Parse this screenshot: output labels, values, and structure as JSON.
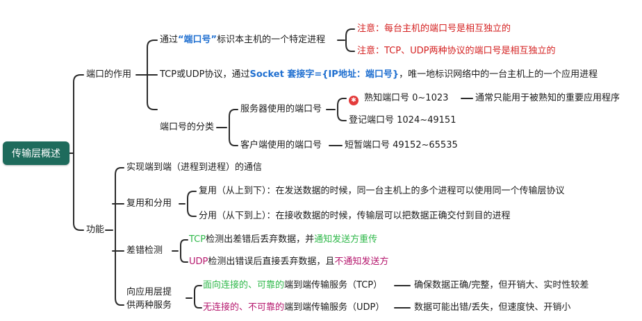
{
  "root": {
    "label": "传输层概述"
  },
  "ports": {
    "label": "端口的作用",
    "identify": {
      "prefix": "通过",
      "keyword": "“端口号”",
      "suffix": "标识本主机的一个特定进程",
      "notes": [
        "注意：每台主机的端口号是相互独立的",
        "注意：TCP、UDP两种协议的端口号是相互独立的"
      ]
    },
    "socket": {
      "prefix": "TCP或UDP协议，通过",
      "keyword": "Socket 套接字={IP地址：端口号}",
      "suffix": "，唯一地标识网络中的一台主机上的一个应用进程"
    },
    "classes": {
      "label": "端口号的分类",
      "server": {
        "label": "服务器使用的端口号",
        "well_known": "熟知端口号 0~1023",
        "well_known_desc": "通常只能用于被熟知的重要应用程序",
        "registered": "登记端口号 1024~49151"
      },
      "client": {
        "label": "客户端使用的端口号",
        "ephemeral": "短暂端口号 49152~65535"
      }
    }
  },
  "functions": {
    "label": "功能",
    "end_to_end": "实现端到端（进程到进程）的通信",
    "mux": {
      "label": "复用和分用",
      "multiplex": "复用（从上到下）：在发送数据的时候，同一台主机上的多个进程可以使用同一个传输层协议",
      "demultiplex": "分用（从下到上）：在接收数据的时候，传输层可以把数据正确交付到目的进程"
    },
    "error": {
      "label": "差错检测",
      "tcp_a": "TCP",
      "tcp_b": "检测出差错后丢弃数据，并",
      "tcp_c": "通知发送方重传",
      "udp_a": "UDP",
      "udp_b": "检测出错误后直接丢弃数据，且",
      "udp_c": "不通知发送方"
    },
    "services": {
      "label_line1": "向应用层提",
      "label_line2": "供两种服务",
      "tcp_a": "面向连接的、可靠的",
      "tcp_b": "端到端传输服务（TCP）",
      "tcp_desc": "确保数据正确/完整，但开销大、实时性较差",
      "udp_a": "无连接的、不可靠的",
      "udp_b": "端到端传输服务（UDP）",
      "udp_desc": "数据可能出错/丢失，但速度快、开销小"
    }
  }
}
